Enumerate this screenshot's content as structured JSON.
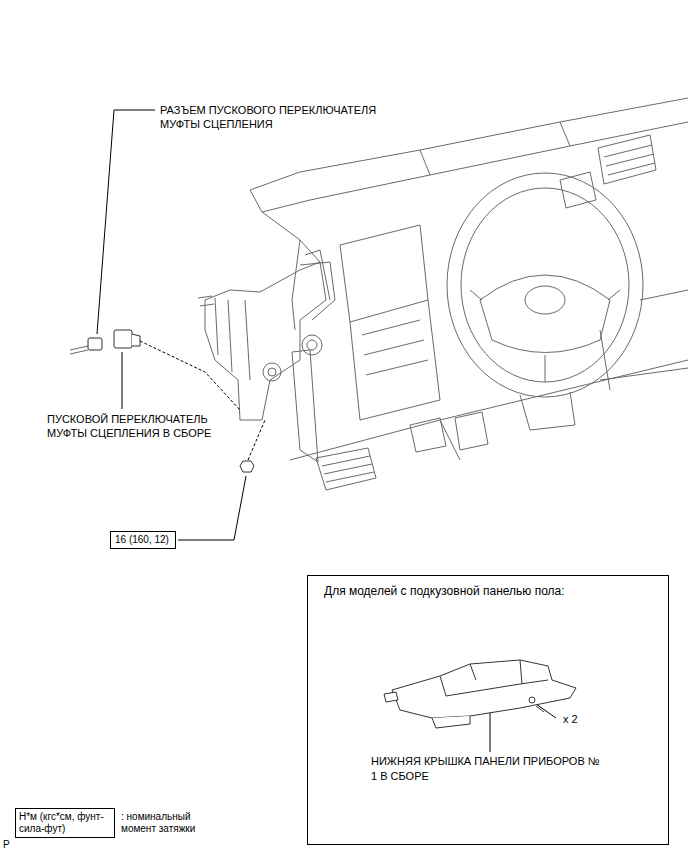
{
  "diagram": {
    "nodes": [
      {
        "text": [
          "Для моделей с подкузовной панелью пола:",
          "x 2",
          "НИЖНЯЯ КРЫШКА ПАНЕЛИ ПРИБОРОВ № 1 В СБОРЕ"
        ]
      },
      {
        "text": [
          "16 (160, 12)"
        ]
      },
      {
        "text": [
          "Н*м (кгс*см, фунт-сила-фут)",
          ": номинальный момент затяжки"
        ]
      }
    ],
    "labels": [
      "РАЗЪЕМ ПУСКОВОГО ПЕРЕКЛЮЧАТЕЛЯ МУФТЫ СЦЕПЛЕНИЯ",
      "ПУСКОВОЙ ПЕРЕКЛЮЧАТЕЛЬ МУФТЫ СЦЕПЛЕНИЯ В СБОРЕ",
      "P"
    ]
  }
}
